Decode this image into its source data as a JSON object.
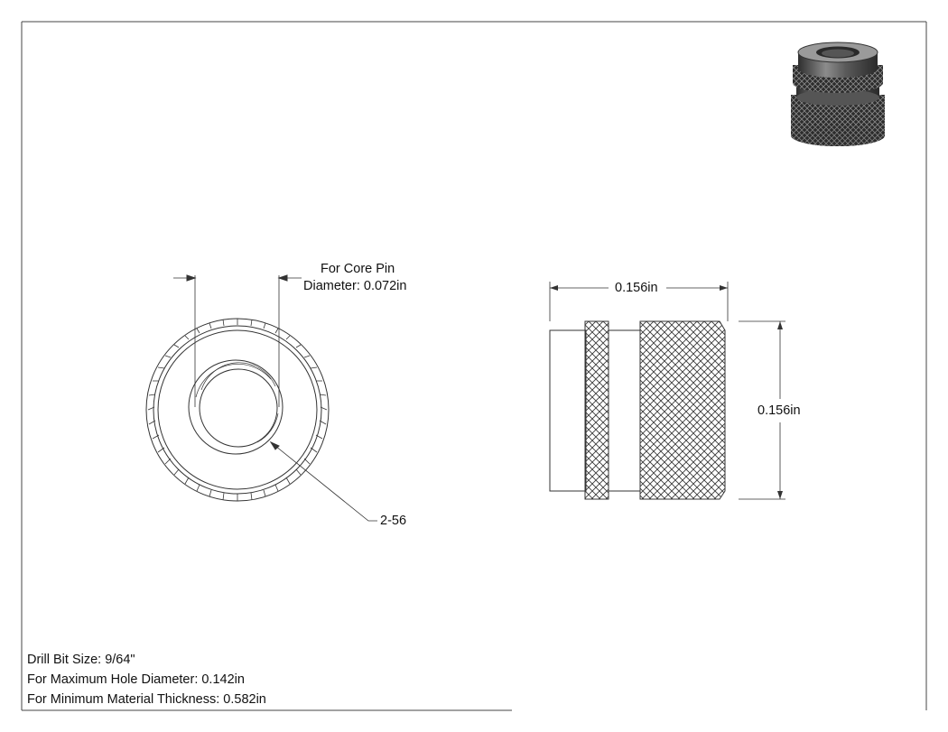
{
  "drawing": {
    "core_pin_label_line1": "For Core Pin",
    "core_pin_label_line2": "Diameter: 0.072in",
    "thread_label": "2-56",
    "width_dimension": "0.156in",
    "height_dimension": "0.156in"
  },
  "notes": {
    "drill_bit": "Drill Bit Size: 9/64\"",
    "max_hole": "For Maximum Hole Diameter: 0.142in",
    "min_thickness": "For Minimum Material Thickness: 0.582in"
  },
  "colors": {
    "line": "#333333",
    "part_dark": "#3a3a3a",
    "part_mid": "#707070",
    "part_light": "#b0b0b0"
  }
}
